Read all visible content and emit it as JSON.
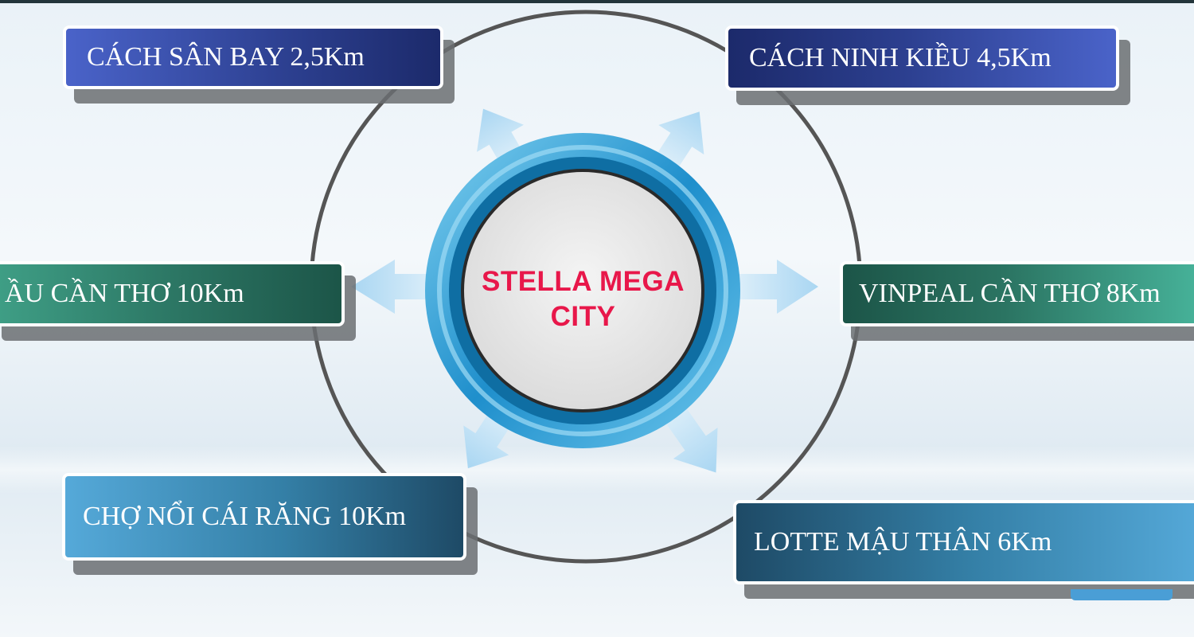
{
  "center": {
    "line1": "STELLA MEGA",
    "line2": "CITY"
  },
  "locations": {
    "airport": "CÁCH SÂN BAY 2,5Km",
    "ninh_kieu": "CÁCH NINH KIỀU 4,5Km",
    "bridge": "ẦU CẦN THƠ 10Km",
    "vinpearl": "VINPEAL CẦN THƠ 8Km",
    "floating_market": "CHỢ NỔI CÁI RĂNG 10Km",
    "lotte": "LOTTE MẬU THÂN 6Km"
  },
  "colors": {
    "center_text": "#e8174a",
    "ring_outer": "#4fb4e3",
    "ring_inner": "#0e6a9e",
    "arrow": "#bfe0f5",
    "orbit": "#555555"
  }
}
